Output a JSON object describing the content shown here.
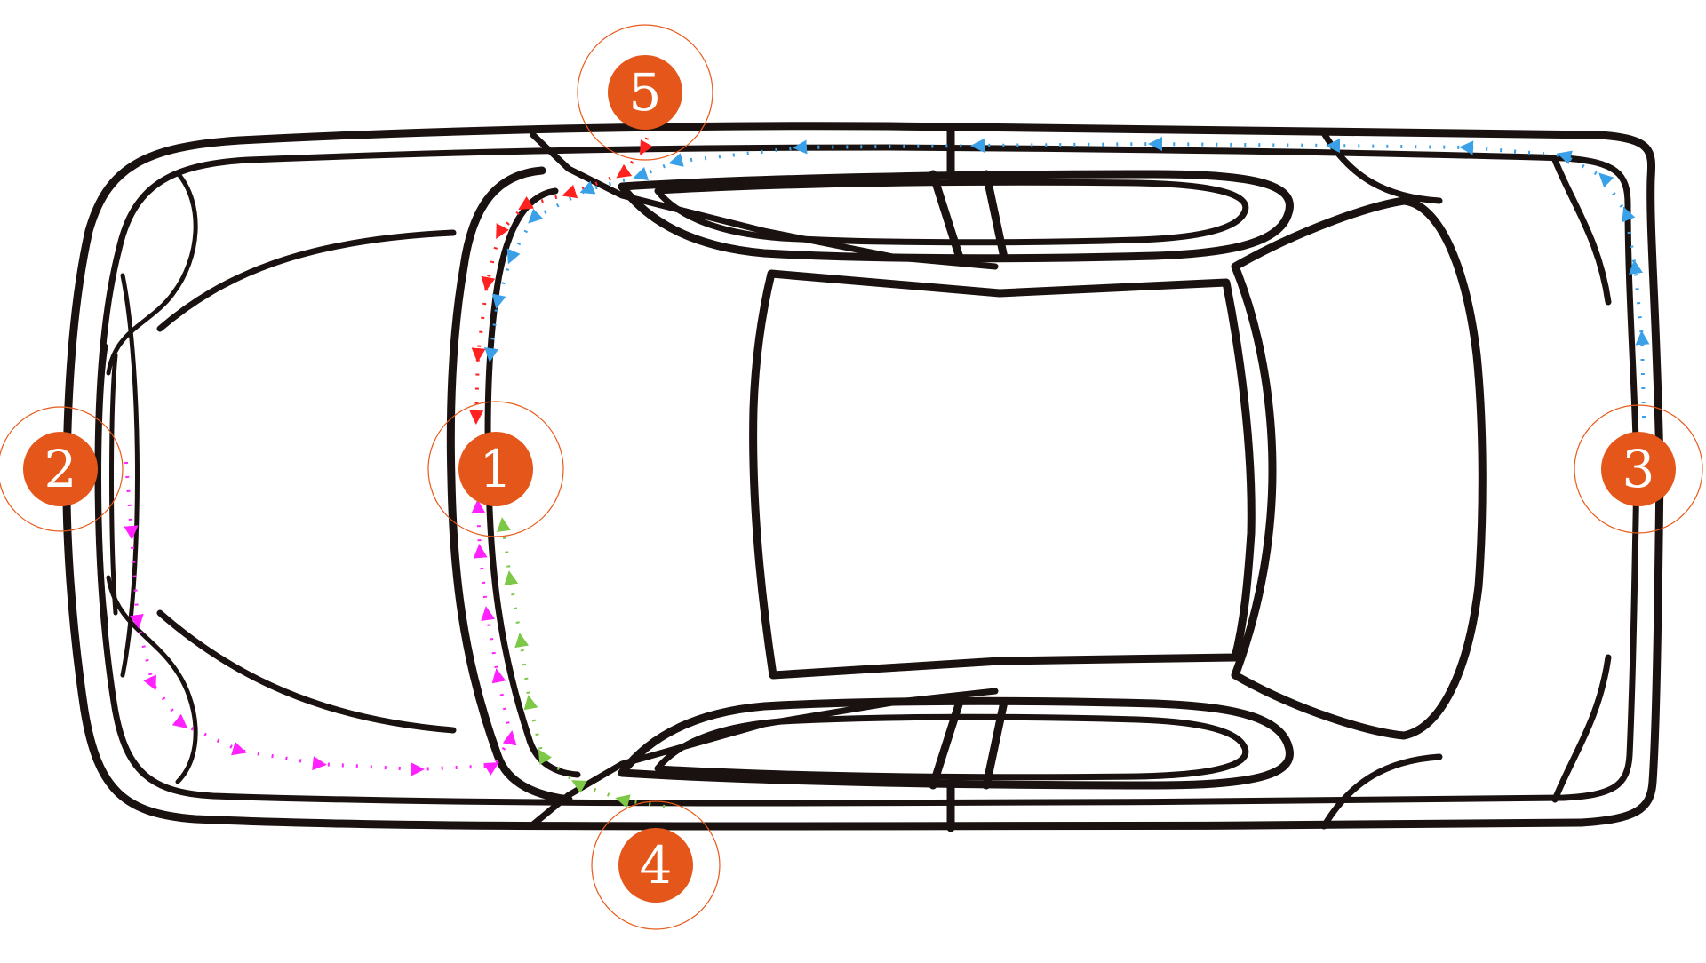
{
  "diagram": {
    "subject": "car top view",
    "markers": [
      {
        "id": "1",
        "label": "1"
      },
      {
        "id": "2",
        "label": "2"
      },
      {
        "id": "3",
        "label": "3"
      },
      {
        "id": "4",
        "label": "4"
      },
      {
        "id": "5",
        "label": "5"
      }
    ],
    "routes": [
      {
        "name": "route-5-to-1",
        "from": "5",
        "to": "1",
        "color": "#ff2020"
      },
      {
        "name": "route-3-to-1",
        "from": "3",
        "to": "1",
        "color": "#3aa0e8"
      },
      {
        "name": "route-2-to-1",
        "from": "2",
        "to": "1",
        "color": "#ff22ff"
      },
      {
        "name": "route-4-to-1",
        "from": "4",
        "to": "1",
        "color": "#7dc847"
      }
    ],
    "colors": {
      "marker_fill": "#e4561a",
      "marker_ring": "#e85a1a",
      "outline": "#1a1210"
    }
  }
}
